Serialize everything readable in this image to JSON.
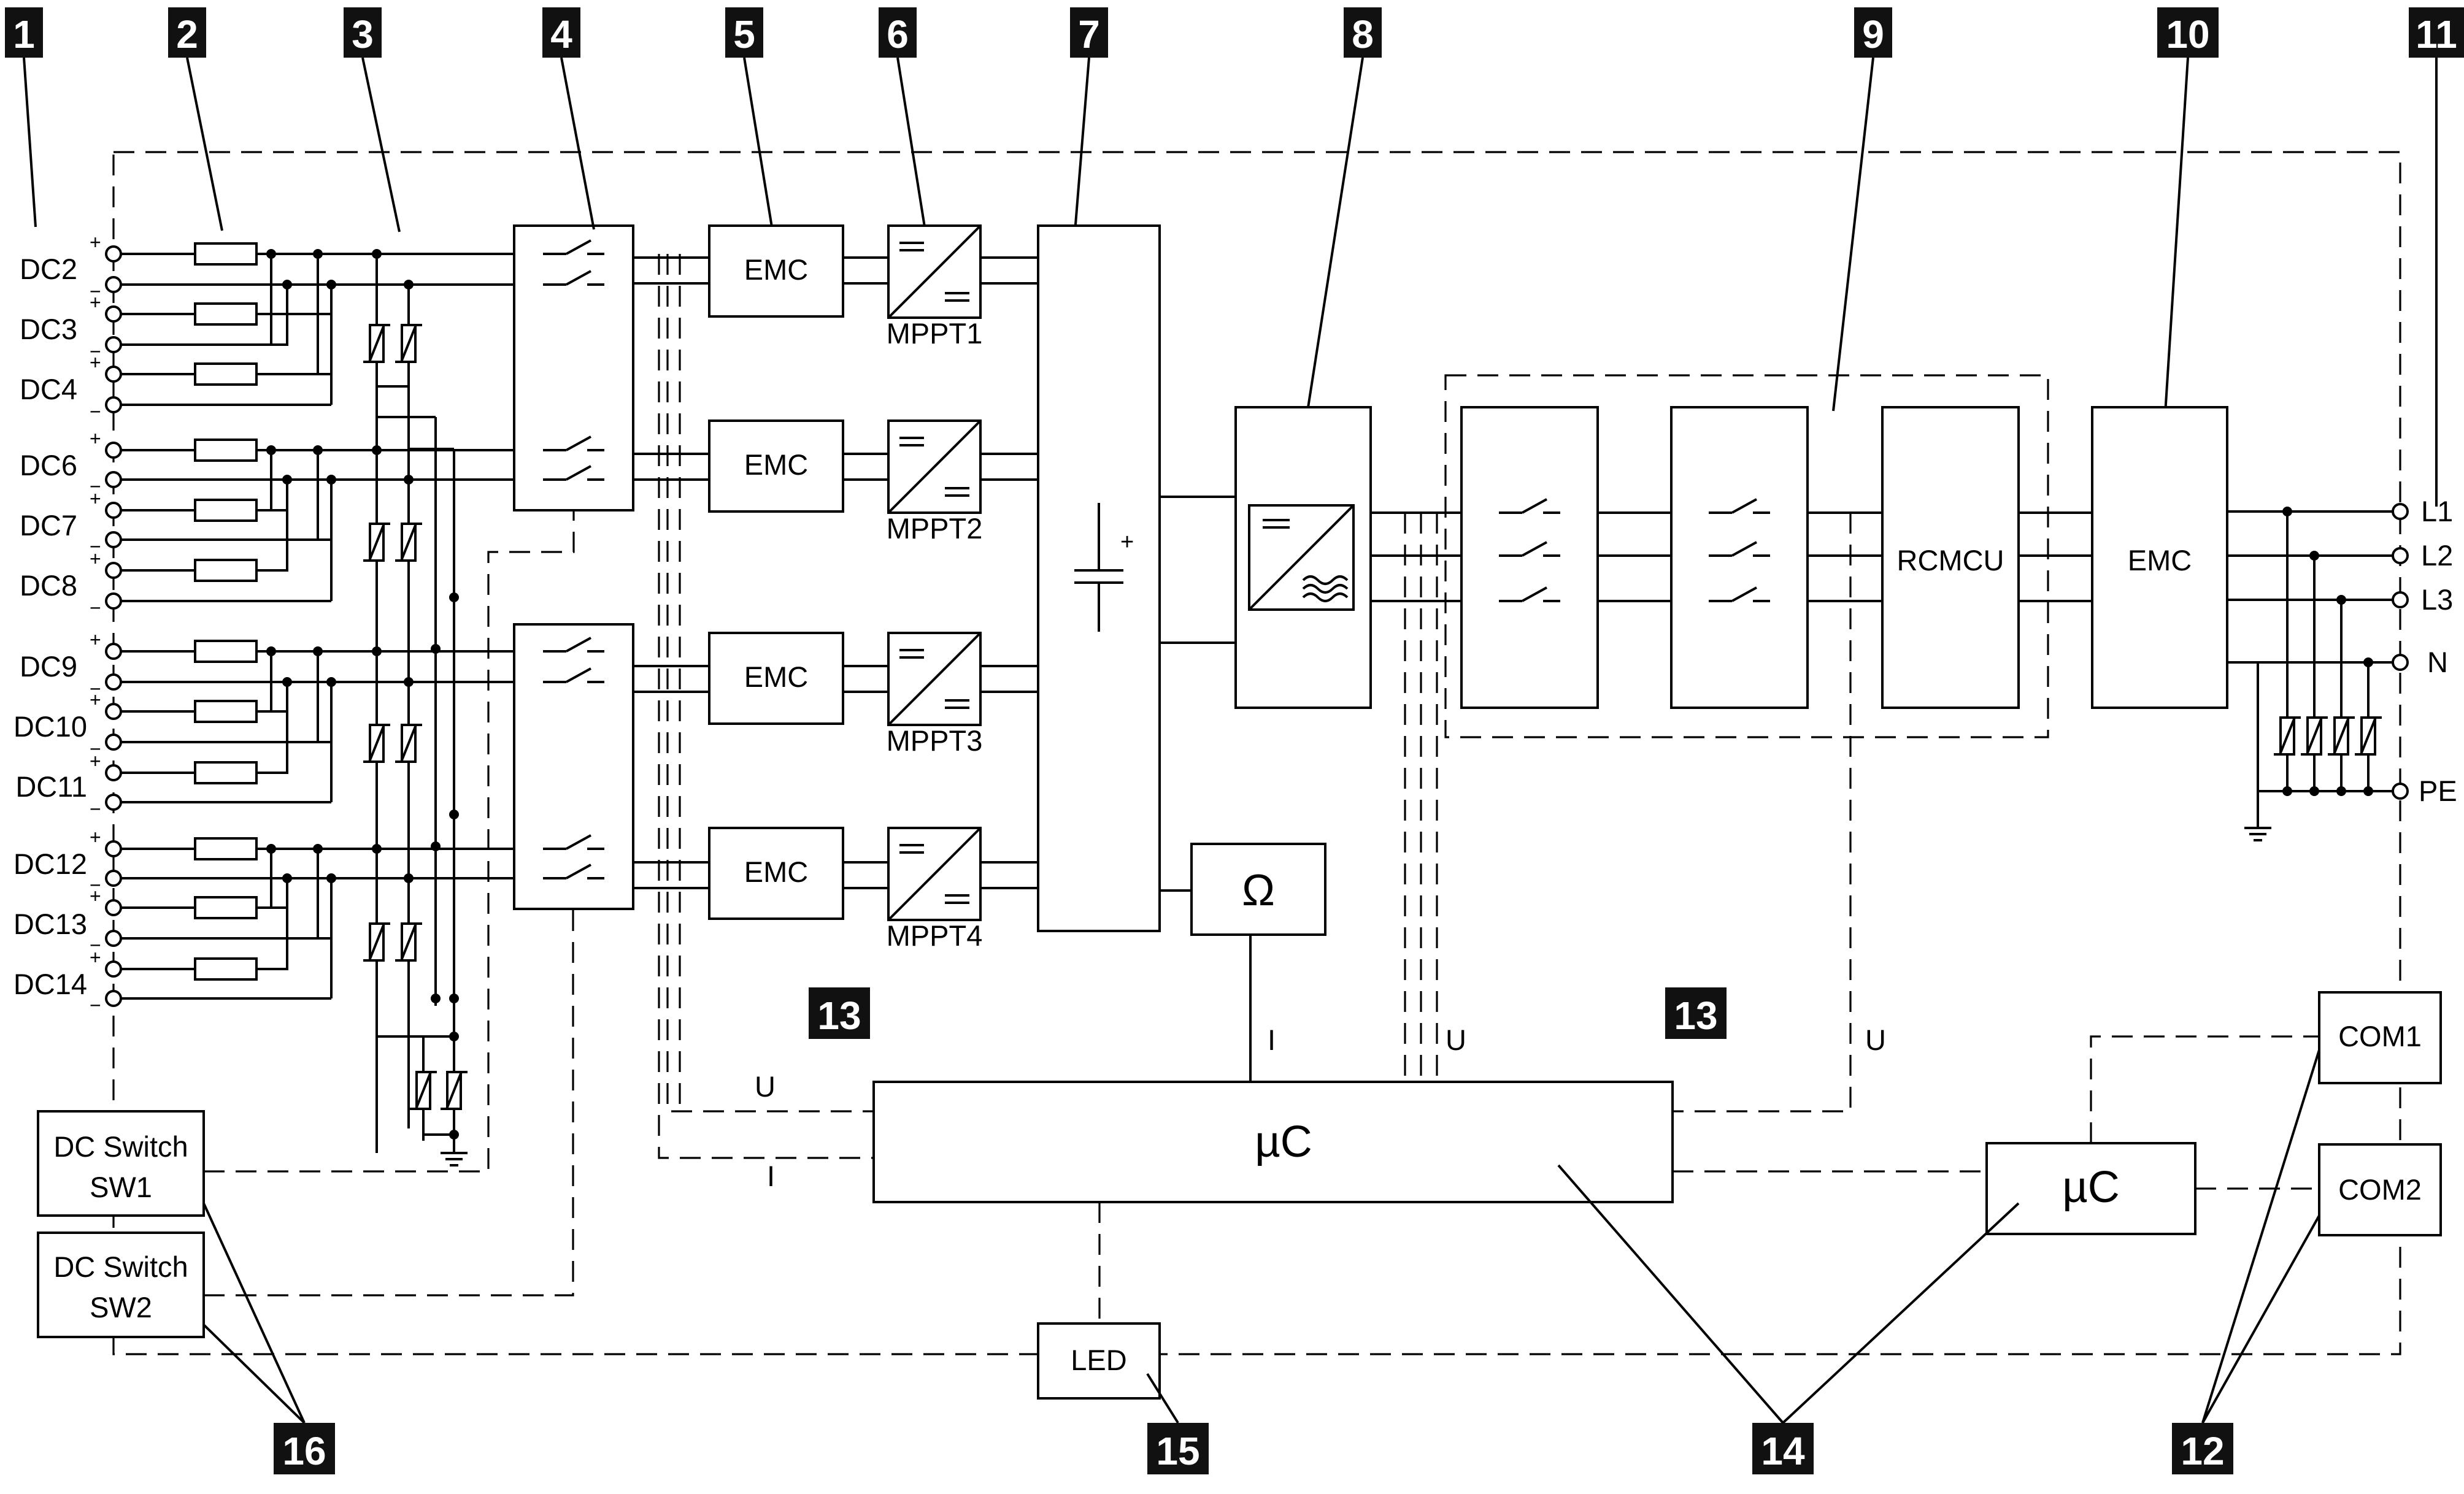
{
  "callouts": [
    "1",
    "2",
    "3",
    "4",
    "5",
    "6",
    "7",
    "8",
    "9",
    "10",
    "11",
    "12",
    "13",
    "14",
    "15",
    "16"
  ],
  "dc_inputs": [
    "DC2",
    "DC3",
    "DC4",
    "DC6",
    "DC7",
    "DC8",
    "DC9",
    "DC10",
    "DC11",
    "DC12",
    "DC13",
    "DC14"
  ],
  "emc_label": "EMC",
  "mppt_labels": [
    "MPPT1",
    "MPPT2",
    "MPPT3",
    "MPPT4"
  ],
  "rcmcu_label": "RCMCU",
  "ac_outputs": [
    "L1",
    "L2",
    "L3",
    "N",
    "PE"
  ],
  "ohm_label": "Ω",
  "mcu_label": "µC",
  "com_labels": [
    "COM1",
    "COM2"
  ],
  "led_label": "LED",
  "dc_switches": [
    {
      "line1": "DC Switch",
      "line2": "SW1"
    },
    {
      "line1": "DC Switch",
      "line2": "SW2"
    }
  ],
  "signal_labels": {
    "u": "U",
    "i": "I"
  },
  "polarity": {
    "plus": "+",
    "minus": "−",
    "cap_plus": "+"
  },
  "icons": [
    "dc-dc-converter-icon",
    "inverter-icon",
    "capacitor-icon",
    "varistor-icon",
    "ground-icon",
    "switch-contact-icon",
    "fuse-icon",
    "terminal-icon"
  ]
}
